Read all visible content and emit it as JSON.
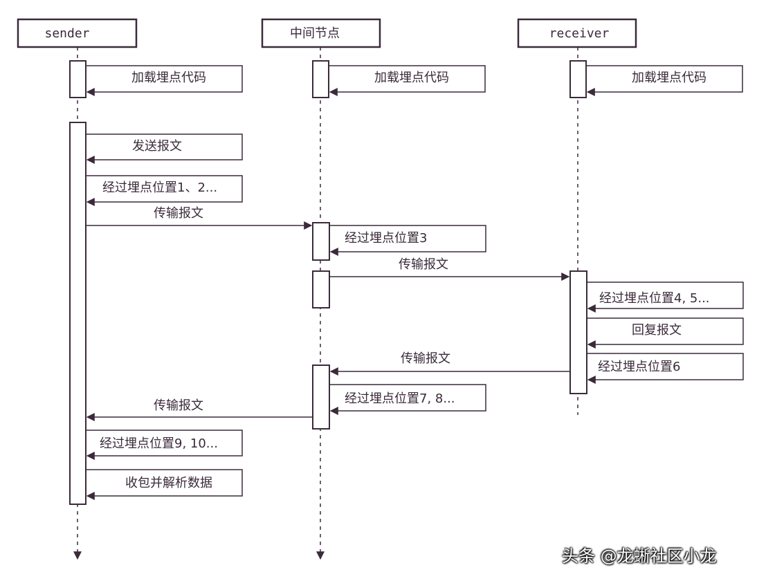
{
  "colors": {
    "line": "#3a2a3a",
    "box_fill": "#ffffff"
  },
  "participants": {
    "sender": "sender",
    "middle": "中间节点",
    "receiver": "receiver"
  },
  "notes": {
    "load_sender": "加载埋点代码",
    "load_middle": "加载埋点代码",
    "load_receiver": "加载埋点代码",
    "send_message": "发送报文",
    "pos_1_2": "经过埋点位置1、2...",
    "pos_3": "经过埋点位置3",
    "pos_4_5": "经过埋点位置4, 5...",
    "reply": "回复报文",
    "pos_6": "经过埋点位置6",
    "pos_7_8": "经过埋点位置7, 8...",
    "pos_9_10": "经过埋点位置9, 10...",
    "receive_parse": "收包并解析数据"
  },
  "messages": {
    "sender_to_middle": "传输报文",
    "middle_to_receiver": "传输报文",
    "receiver_to_middle": "传输报文",
    "middle_to_sender": "传输报文"
  },
  "watermark": "头条 @龙蜥社区小龙"
}
